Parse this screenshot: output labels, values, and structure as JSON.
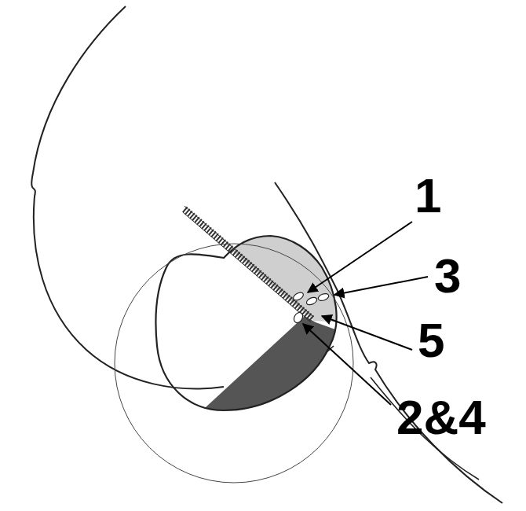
{
  "diagram": {
    "labels": [
      "1",
      "3",
      "5",
      "2&4"
    ]
  }
}
